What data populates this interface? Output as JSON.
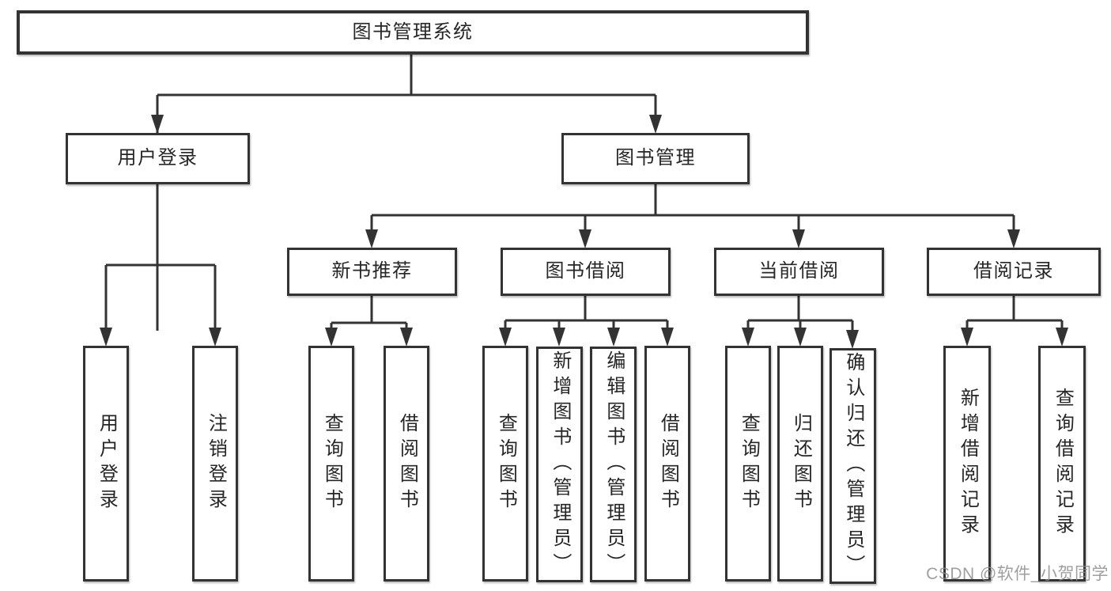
{
  "tree": {
    "root": "图书管理系统",
    "branches": [
      {
        "label": "用户登录",
        "leaves": [
          "用户登录",
          "注销登录"
        ]
      },
      {
        "label": "图书管理",
        "sections": [
          {
            "label": "新书推荐",
            "leaves": [
              "查询图书",
              "借阅图书"
            ]
          },
          {
            "label": "图书借阅",
            "leaves": [
              "查询图书",
              "新增图书（管理员）",
              "编辑图书（管理员）",
              "借阅图书"
            ]
          },
          {
            "label": "当前借阅",
            "leaves": [
              "查询图书",
              "归还图书",
              "确认归还（管理员）"
            ]
          },
          {
            "label": "借阅记录",
            "leaves": [
              "新增借阅记录",
              "查询借阅记录"
            ]
          }
        ]
      }
    ]
  },
  "watermark": "CSDN @软件_小贺同学",
  "colors": {
    "line": "#333333",
    "box_border": "#333333",
    "box_fill": "#ffffff",
    "text": "#262626",
    "watermark": "#8a8a8a"
  }
}
